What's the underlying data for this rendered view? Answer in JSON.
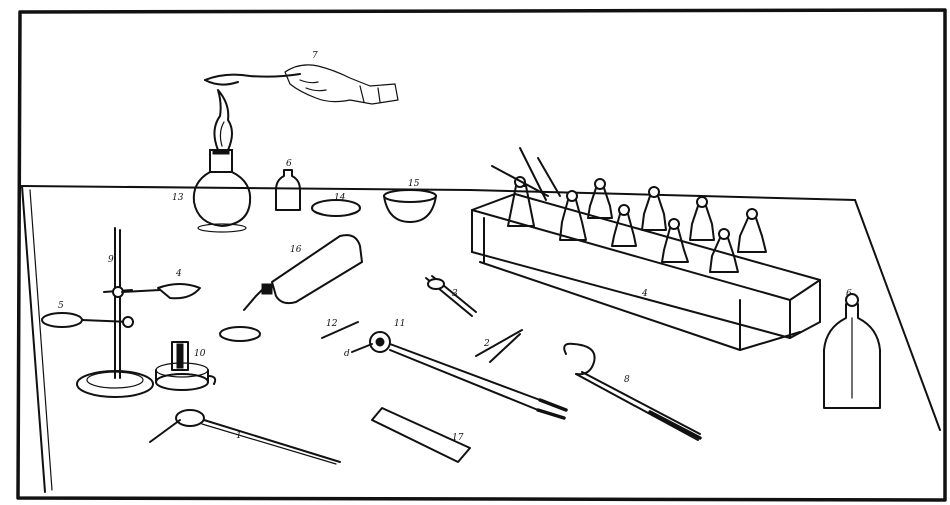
{
  "labels": {
    "spoon": "7",
    "flask": "13",
    "small_bottle": "6",
    "dish_middle": "14",
    "bowl": "15",
    "ring_stand": "9",
    "ring_clamp": "5",
    "evaporating_dish": "4",
    "wash_bottle": "16",
    "pinchcock": "3",
    "glass_rod": "12",
    "crucible_tongs": "11",
    "pointer": "d",
    "forceps": "2",
    "holder": "8",
    "rack": "4",
    "stoppered_bottle": "6",
    "candle": "10",
    "bent_tube": "1",
    "ruler": "17"
  },
  "colors": {
    "ink": "#111111",
    "paper": "#ffffff"
  }
}
